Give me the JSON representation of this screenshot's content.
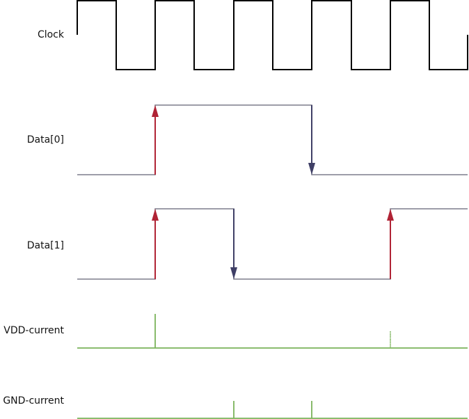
{
  "signals": [
    {
      "id": "clock",
      "label": "Clock"
    },
    {
      "id": "data0",
      "label": "Data[0]"
    },
    {
      "id": "data1",
      "label": "Data[1]"
    },
    {
      "id": "vdd",
      "label": "VDD-current"
    },
    {
      "id": "gnd",
      "label": "GND-current"
    }
  ],
  "colors": {
    "clock": "#000000",
    "data": "#7d7d8c",
    "rising_arrow": "#b02335",
    "falling_arrow": "#3f3f66",
    "current": "#7ab35a"
  }
}
